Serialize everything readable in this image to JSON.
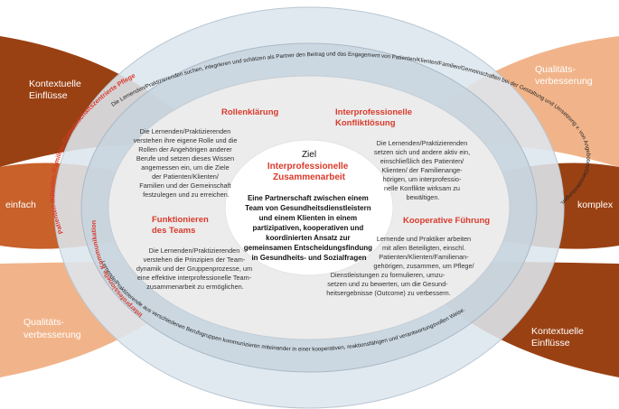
{
  "colors": {
    "dark_brown": "#9a4113",
    "mid_orange": "#c8612a",
    "light_peach": "#f1b48a",
    "ring_outer": "#dde6ee",
    "ring_mid": "#c6d3de",
    "inner_grey": "#ececec",
    "accent_red": "#d93a2b"
  },
  "corners": {
    "top_left": [
      "Kontextuelle",
      "Einflüsse"
    ],
    "top_right": [
      "Qualitäts-",
      "verbesserung"
    ],
    "mid_left": "einfach",
    "mid_right": "komplex",
    "bottom_left": [
      "Qualitäts-",
      "verbesserung"
    ],
    "bottom_right": [
      "Kontextuelle",
      "Einflüsse"
    ]
  },
  "rings": {
    "outer_text": "Die Lernenden/Praktizierenden suchen, integrieren und schätzen als Partner den Beitrag und das Engagement von Patienten/Klienten/Familien/Gemeinschaften bei der Gestaltung und Umsetzung v. von Angeboten/Dienstleistungen.",
    "outer_label_left": "Patienten-/Klienten-/Familien-/Gemeinschaftszentrierte Pflege",
    "inner_text": "Lernende/Praktizierende aus verschiedenen Berufsgruppen kommunizieren miteinander in einer kooperativen, reaktionsfähigen und verantwortungsvollen Weise.",
    "inner_label_left": "Interprofessionelle Kommunikation"
  },
  "segments": {
    "rollen": {
      "title": "Rollenklärung",
      "lines": [
        "Die Lernenden/Praktizierenden",
        "verstehen ihre eigene Rolle und die",
        "Rollen der Angehörigen anderer",
        "Berufe und setzen dieses Wissen",
        "angemessen ein, um die Ziele",
        "der Patienten/Klienten/",
        "Familien und der Gemeinschaft",
        "festzulegen und zu erreichen."
      ]
    },
    "konflikt": {
      "title": [
        "Interprofessionelle",
        "Konfliktlösung"
      ],
      "lines": [
        "Die Lernenden/Praktizierenden",
        "setzen sich und andere aktiv ein,",
        "einschließlich des Patienten/",
        "Klienten/ der Familienange-",
        "hörigen, um interprofessio-",
        "nelle Konflikte wirksam zu",
        "bewältigen."
      ]
    },
    "team": {
      "title": [
        "Funktionieren",
        "des Teams"
      ],
      "lines": [
        "Die Lernenden/Praktizierenden",
        "verstehen die Prinzipien der Team-",
        "dynamik und der Gruppenprozesse, um",
        "eine effektive interprofessionelle Team-",
        "zusammenarbeit zu ermöglichen."
      ]
    },
    "fuehrung": {
      "title": "Kooperative Führung",
      "lines": [
        "Lernende und Praktiker arbeiten",
        "mit allen Beteiligten, einschl.",
        "Patienten/Klienten/Familienan-",
        "gehörigen, zusammen, um Pflege/",
        "Dienstleistungen zu formulieren, umzu-",
        "setzen und zu bewerten, um die Gesund-",
        "heitsergebnisse (Outcome) zu verbessern."
      ]
    }
  },
  "center": {
    "ziel": "Ziel",
    "title": [
      "Interprofessionelle",
      "Zusammenarbeit"
    ],
    "lines": [
      "Eine Partnerschaft zwischen einem",
      "Team von Gesundheitsdienstleistern",
      "und einem Klienten in einem",
      "partizipativen, kooperativen und",
      "koordinierten Ansatz zur",
      "gemeinsamen Entscheidungsfindung",
      "in Gesundheits- und Sozialfragen"
    ]
  }
}
